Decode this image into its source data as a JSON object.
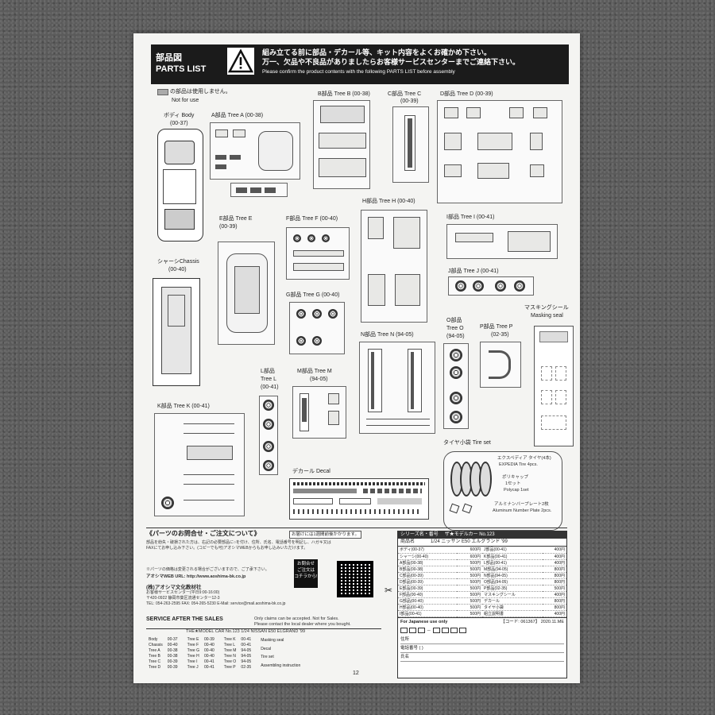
{
  "header": {
    "title_jp": "部品図",
    "title_en": "PARTS LIST",
    "line1": "組み立てる前に部品・デカール等、キット内容をよくお確かめ下さい。",
    "line2": "万一、欠品や不良品がありましたらお客様サービスセンターまでご連絡下さい。",
    "line3": "Please confirm the product contents with the following PARTS LIST before assembly"
  },
  "notice": {
    "not_used_jp": "の部品は使用しません。",
    "not_used_en": "Not for use"
  },
  "trees": {
    "body": "ボディ Body",
    "body_no": "(00-37)",
    "a": "A部品 Tree A (00-38)",
    "b": "B部品 Tree B (00-38)",
    "c": "C部品 Tree C",
    "c_no": "(00-39)",
    "d": "D部品 Tree D (00-39)",
    "e": "E部品 Tree E",
    "e_no": "(00-39)",
    "f": "F部品 Tree F (00-40)",
    "h": "H部品 Tree H (00-40)",
    "i": "I部品 Tree I (00-41)",
    "j": "J部品 Tree J (00-41)",
    "chassis": "シャーシChassis",
    "chassis_no": "(00-40)",
    "g": "G部品 Tree G (00-40)",
    "masking_jp": "マスキングシール",
    "masking_en": "Masking seal",
    "o": "O部品",
    "o_tree": "Tree O",
    "o_no": "(94-05)",
    "p": "P部品 Tree P",
    "p_no": "(02-35)",
    "n": "N部品 Tree N (94-05)",
    "l": "L部品",
    "l_tree": "Tree L",
    "l_no": "(00-41)",
    "m": "M部品 Tree M",
    "m_no": "(94-05)",
    "k": "K部品 Tree K (00-41)",
    "tire_set": "タイヤ小袋 Tire set",
    "tire_jp": "エクスペディア タイヤ(4本)",
    "tire_en": "EXPEDIA Tire 4pcs.",
    "polycap_jp": "ポリキャップ",
    "polycap_qty": "1セット",
    "polycap_en": "Polycap 1set",
    "plate_jp": "アルミナンバープレート2枚",
    "plate_en": "Aluminum Number Plate 2pcs.",
    "decal": "デカール Decal"
  },
  "inquiry": {
    "title": "《パーツのお問合せ・ご注文について》",
    "notice": "お届けには1週間前後かかります。",
    "body1": "部品を紛失・破損された方は、右記の必要部品に○を付け、住所、氏名、電話番号を明記し、ハガキ又は",
    "body2": "FAXにてお申し込み下さい。(コピーでも可)アオシマWEBからもお申し込みいただけます。",
    "body3": "※パーツの価格は変更される場合がございますので、ご了承下さい。",
    "web_label": "アオシマWEB URL: http://www.aoshima-bk.co.jp",
    "qr_text1": "お問合せ",
    "qr_text2": "ご注文は",
    "qr_text3": "コチラから!",
    "company": "(株)アオシマ文化教材社",
    "center": "お客様サービスセンター(平日9:00-16:00)",
    "address": "〒420-0922 静岡市葵区流通センター12-3",
    "tel": "TEL: 054-263-2595  FAX: 054-265-5230  E-Mail: service@mail.aoshima-bk.co.jp"
  },
  "service": {
    "title": "SERVICE AFTER THE SALES",
    "note1": "Only claims can be accepted. Not for Sales.",
    "note2": "Please contact the local dealer where you bought.",
    "model": "THE★MODEL CAR No.123 1/24 NISSAN E50 ELGRAND '99",
    "col1": [
      [
        "Body",
        "00-37"
      ],
      [
        "Chassis",
        "00-40"
      ],
      [
        "Tree A",
        "00-38"
      ],
      [
        "Tree B",
        "00-38"
      ],
      [
        "Tree C",
        "00-39"
      ],
      [
        "Tree D",
        "00-39"
      ]
    ],
    "col2": [
      [
        "Tree E",
        "00-39"
      ],
      [
        "Tree F",
        "00-40"
      ],
      [
        "Tree G",
        "00-40"
      ],
      [
        "Tree H",
        "00-40"
      ],
      [
        "Tree I",
        "00-41"
      ],
      [
        "Tree J",
        "00-41"
      ]
    ],
    "col3": [
      [
        "Tree K",
        "00-41"
      ],
      [
        "Tree L",
        "00-41"
      ],
      [
        "Tree M",
        "94-05"
      ],
      [
        "Tree N",
        "94-05"
      ],
      [
        "Tree O",
        "94-05"
      ],
      [
        "Tree P",
        "02-35"
      ]
    ],
    "col4": [
      "Masking seal",
      "Decal",
      "Tire set",
      "Assembling instruction"
    ]
  },
  "order": {
    "series_label": "シリーズ名・番号",
    "series": "ザ★モデルカー No.123",
    "product_label": "商品名",
    "product": "1/24 ニッサン E50 エルグランド '99",
    "left": [
      [
        "ボディ(00-37)",
        "600円"
      ],
      [
        "シャーシ(00-40)",
        "600円"
      ],
      [
        "A部品(00-38)",
        "500円"
      ],
      [
        "B部品(00-38)",
        "500円"
      ],
      [
        "C部品(00-39)",
        "500円"
      ],
      [
        "D部品(00-39)",
        "500円"
      ],
      [
        "E部品(00-39)",
        "500円"
      ],
      [
        "F部品(00-40)",
        "500円"
      ],
      [
        "G部品(00-40)",
        "500円"
      ],
      [
        "H部品(00-40)",
        "500円"
      ],
      [
        "I部品(00-41)",
        "500円"
      ]
    ],
    "right": [
      [
        "J部品(00-41)",
        "400円"
      ],
      [
        "K部品(00-41)",
        "400円"
      ],
      [
        "L部品(00-41)",
        "400円"
      ],
      [
        "M部品(94-05)",
        "800円"
      ],
      [
        "N部品(94-05)",
        "800円"
      ],
      [
        "O部品(94-05)",
        "800円"
      ],
      [
        "P部品(02-35)",
        "500円"
      ],
      [
        "マスキングシール",
        "400円"
      ],
      [
        "デカール",
        "800円"
      ],
      [
        "タイヤ小袋",
        "800円"
      ],
      [
        "組立説明書",
        "400円"
      ]
    ],
    "japan_only": "For Japanese use only",
    "code": "【コード: 061367】 2020.11.ME",
    "address_label": "住所",
    "phone_label": "電話番号 (    )",
    "name_label": "氏名"
  },
  "page_number": "12"
}
